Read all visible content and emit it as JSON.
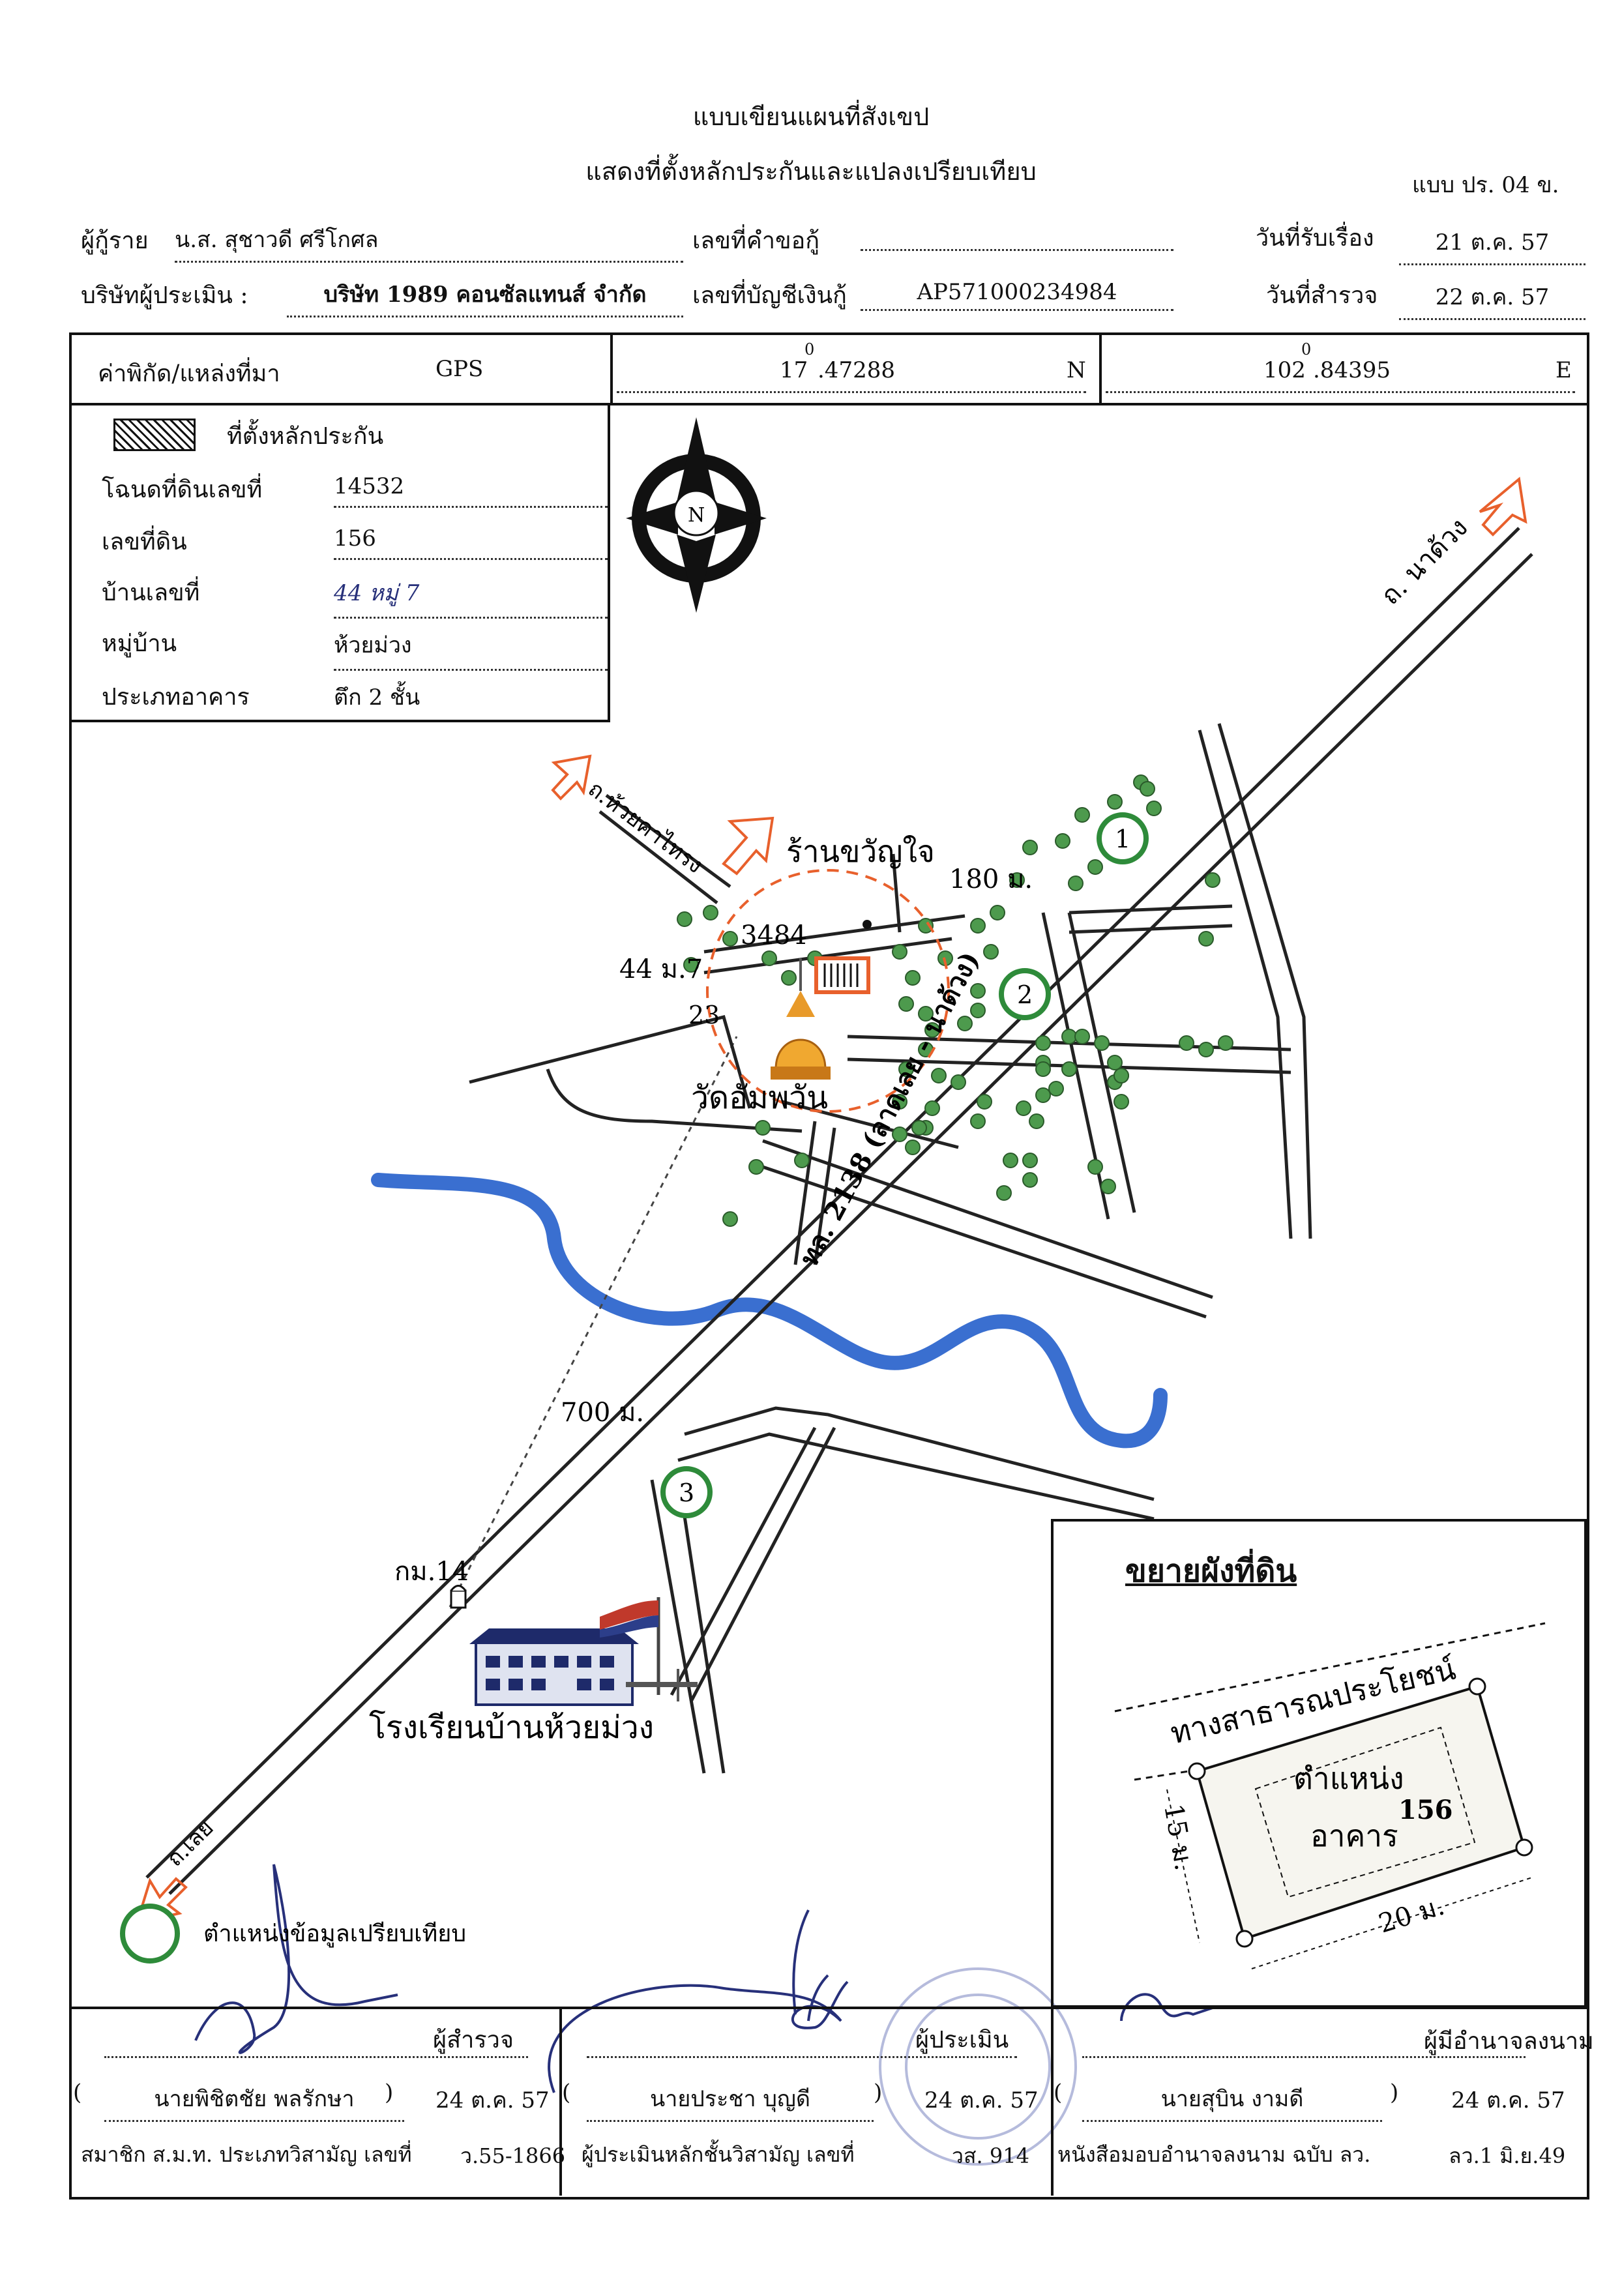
{
  "header": {
    "title": "แบบเขียนแผนที่สังเขป",
    "subtitle": "แสดงที่ตั้งหลักประกันและแปลงเปรียบเทียบ",
    "form_code": "แบบ ปร. 04 ข."
  },
  "info": {
    "borrower_label": "ผู้กู้ราย",
    "borrower_value": "น.ส. สุชาวดี  ศรีโกศล",
    "request_no_label": "เลขที่คำขอกู้",
    "request_no_value": "",
    "received_date_label": "วันที่รับเรื่อง",
    "received_date_value": "21 ต.ค. 57",
    "appraiser_company_label": "บริษัทผู้ประเมิน :",
    "appraiser_company_value": "บริษัท 1989 คอนซัลแทนส์ จำกัด",
    "loan_account_label": "เลขที่บัญชีเงินกู้",
    "loan_account_value": "AP571000234984",
    "survey_date_label": "วันที่สำรวจ",
    "survey_date_value": "22 ต.ค. 57"
  },
  "coords": {
    "label": "ค่าพิกัด/แหล่งที่มา",
    "source": "GPS",
    "lat_deg": "17",
    "lat_dec": ".47288",
    "lat_dir": "N",
    "lon_deg": "102",
    "lon_dec": ".84395",
    "lon_dir": "E",
    "deg_mark": "0"
  },
  "property": {
    "legend_collateral": "ที่ตั้งหลักประกัน",
    "deed_label": "โฉนดที่ดินเลขที่",
    "deed_value": "14532",
    "land_no_label": "เลขที่ดิน",
    "land_no_value": "156",
    "house_no_label": "บ้านเลขที่",
    "house_no_value": "44 หมู่ 7",
    "village_label": "หมู่บ้าน",
    "village_value": "ห้วยม่วง",
    "building_type_label": "ประเภทอาคาร",
    "building_type_value": "ตึก 2  ชั้น"
  },
  "map": {
    "north": "N",
    "road_na_duang": "ถ. นาด้วง",
    "road_huai_khrong": "ถ.ห้วยคาไทรง",
    "road_main": "ทล. 2138 (ลาดเลย - นาด้วง)",
    "road_loei": "ถ.เลย",
    "shop": "ร้านขวัญใจ",
    "dist_180": "180 ม.",
    "plot_3484": "3484",
    "house_44": "44 ม.7",
    "plot_23": "23",
    "temple": "วัดอัมพวัน",
    "dist_700": "700 ม.",
    "km_marker": "กม.14",
    "school": "โรงเรียนบ้านห้วยม่วง",
    "comp1": "1",
    "comp2": "2",
    "comp3": "3",
    "legend_comparison": "ตำแหน่งข้อมูลเปรียบเทียบ"
  },
  "inset": {
    "title": "ขยายผังที่ดิน",
    "public_way": "ทางสาธารณประโยชน์",
    "position_label": "ตำแหน่ง",
    "building_label": "อาคาร",
    "plot_no": "156",
    "side_15": "15 ม.",
    "side_20": "20 ม."
  },
  "signatures": {
    "surveyor_role": "ผู้สำรวจ",
    "surveyor_open": "(",
    "surveyor_name": "นายพิชิตชัย  พลรักษา",
    "surveyor_close": ")",
    "surveyor_date": "24 ต.ค. 57",
    "surveyor_member_label": "สมาชิก ส.ม.ท. ประเภทวิสามัญ เลขที่",
    "surveyor_member_no": "ว.55-1866",
    "appraiser_role": "ผู้ประเมิน",
    "appraiser_open": "(",
    "appraiser_name": "นายประชา  บุญดี",
    "appraiser_close": ")",
    "appraiser_date": "24 ต.ค. 57",
    "appraiser_license_label": "ผู้ประเมินหลักชั้นวิสามัญ เลขที่",
    "appraiser_license_no": "วส. 914",
    "authorized_role": "ผู้มีอำนาจลงนาม",
    "authorized_open": "(",
    "authorized_name": "นายสุบิน  งามดี",
    "authorized_close": ")",
    "authorized_date": "24 ต.ค. 57",
    "authorization_label": "หนังสือมอบอำนาจลงนาม ฉบับ ลว.",
    "authorization_date": "ลว.1 มิ.ย.49"
  },
  "colors": {
    "river": "#3a6fd0",
    "road": "#222222",
    "comparison_circle": "#2e8b3a",
    "collateral_marker": "#e8602c",
    "tree": "#4d9a4d",
    "signature_ink": "#27307a"
  }
}
